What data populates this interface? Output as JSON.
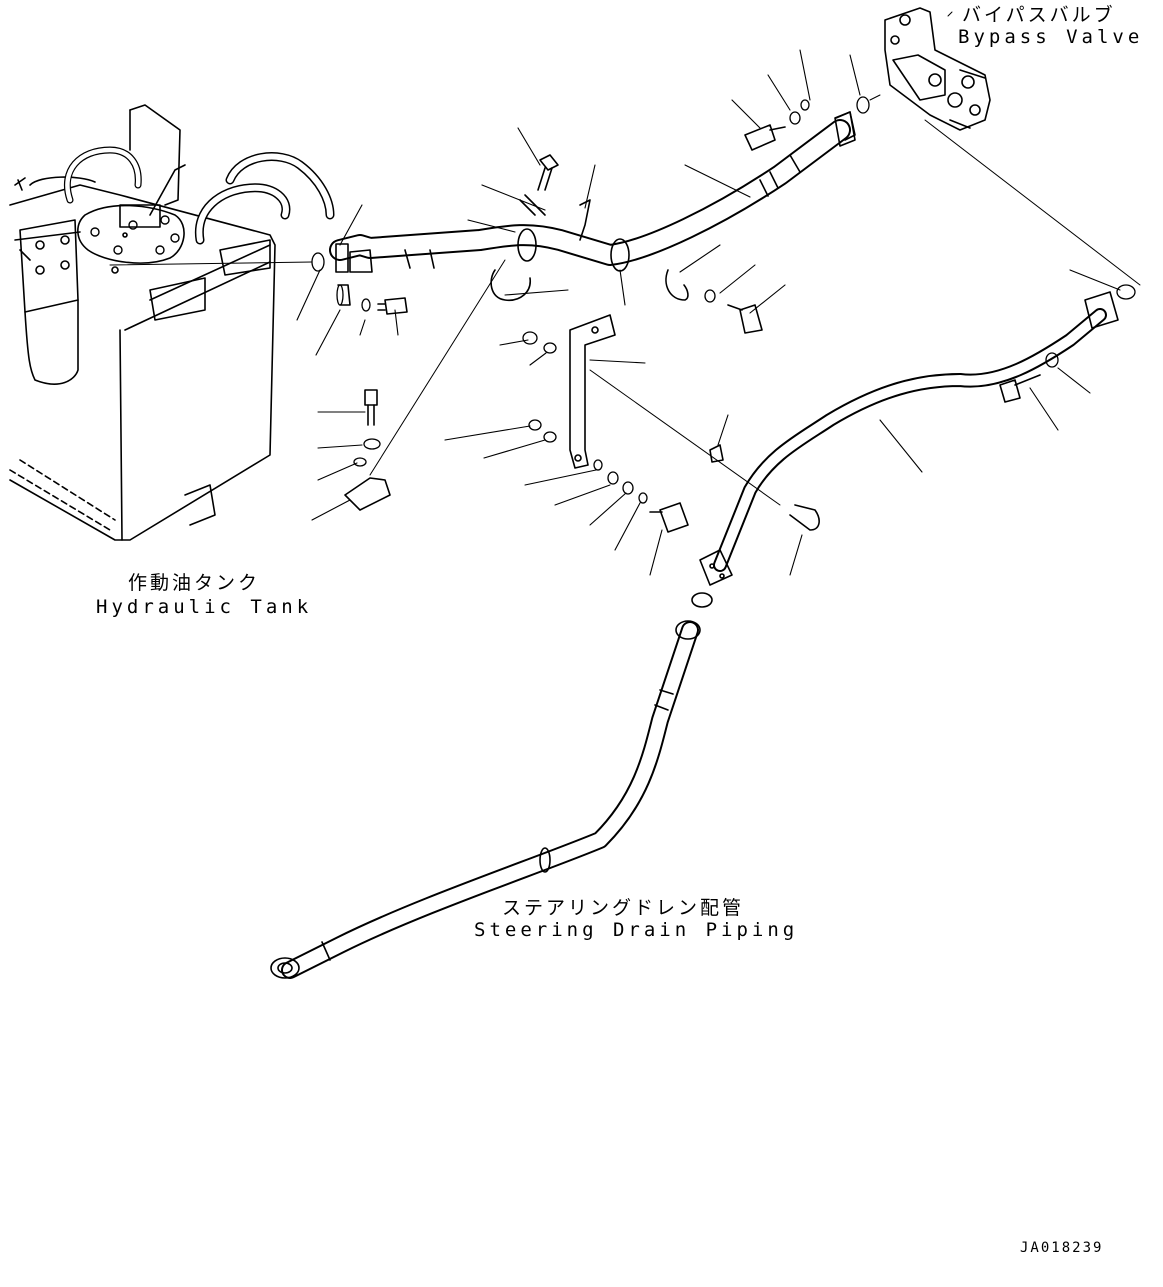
{
  "labels": {
    "bypass_valve_jp": "バイパスバルブ",
    "bypass_valve_en": "Bypass Valve",
    "hydraulic_tank_jp": "作動油タンク",
    "hydraulic_tank_en": "Hydraulic Tank",
    "steering_drain_jp": "ステアリングドレン配管",
    "steering_drain_en": "Steering Drain Piping",
    "drawing_code": "JA018239"
  },
  "colors": {
    "line": "#000000",
    "background": "#ffffff"
  }
}
